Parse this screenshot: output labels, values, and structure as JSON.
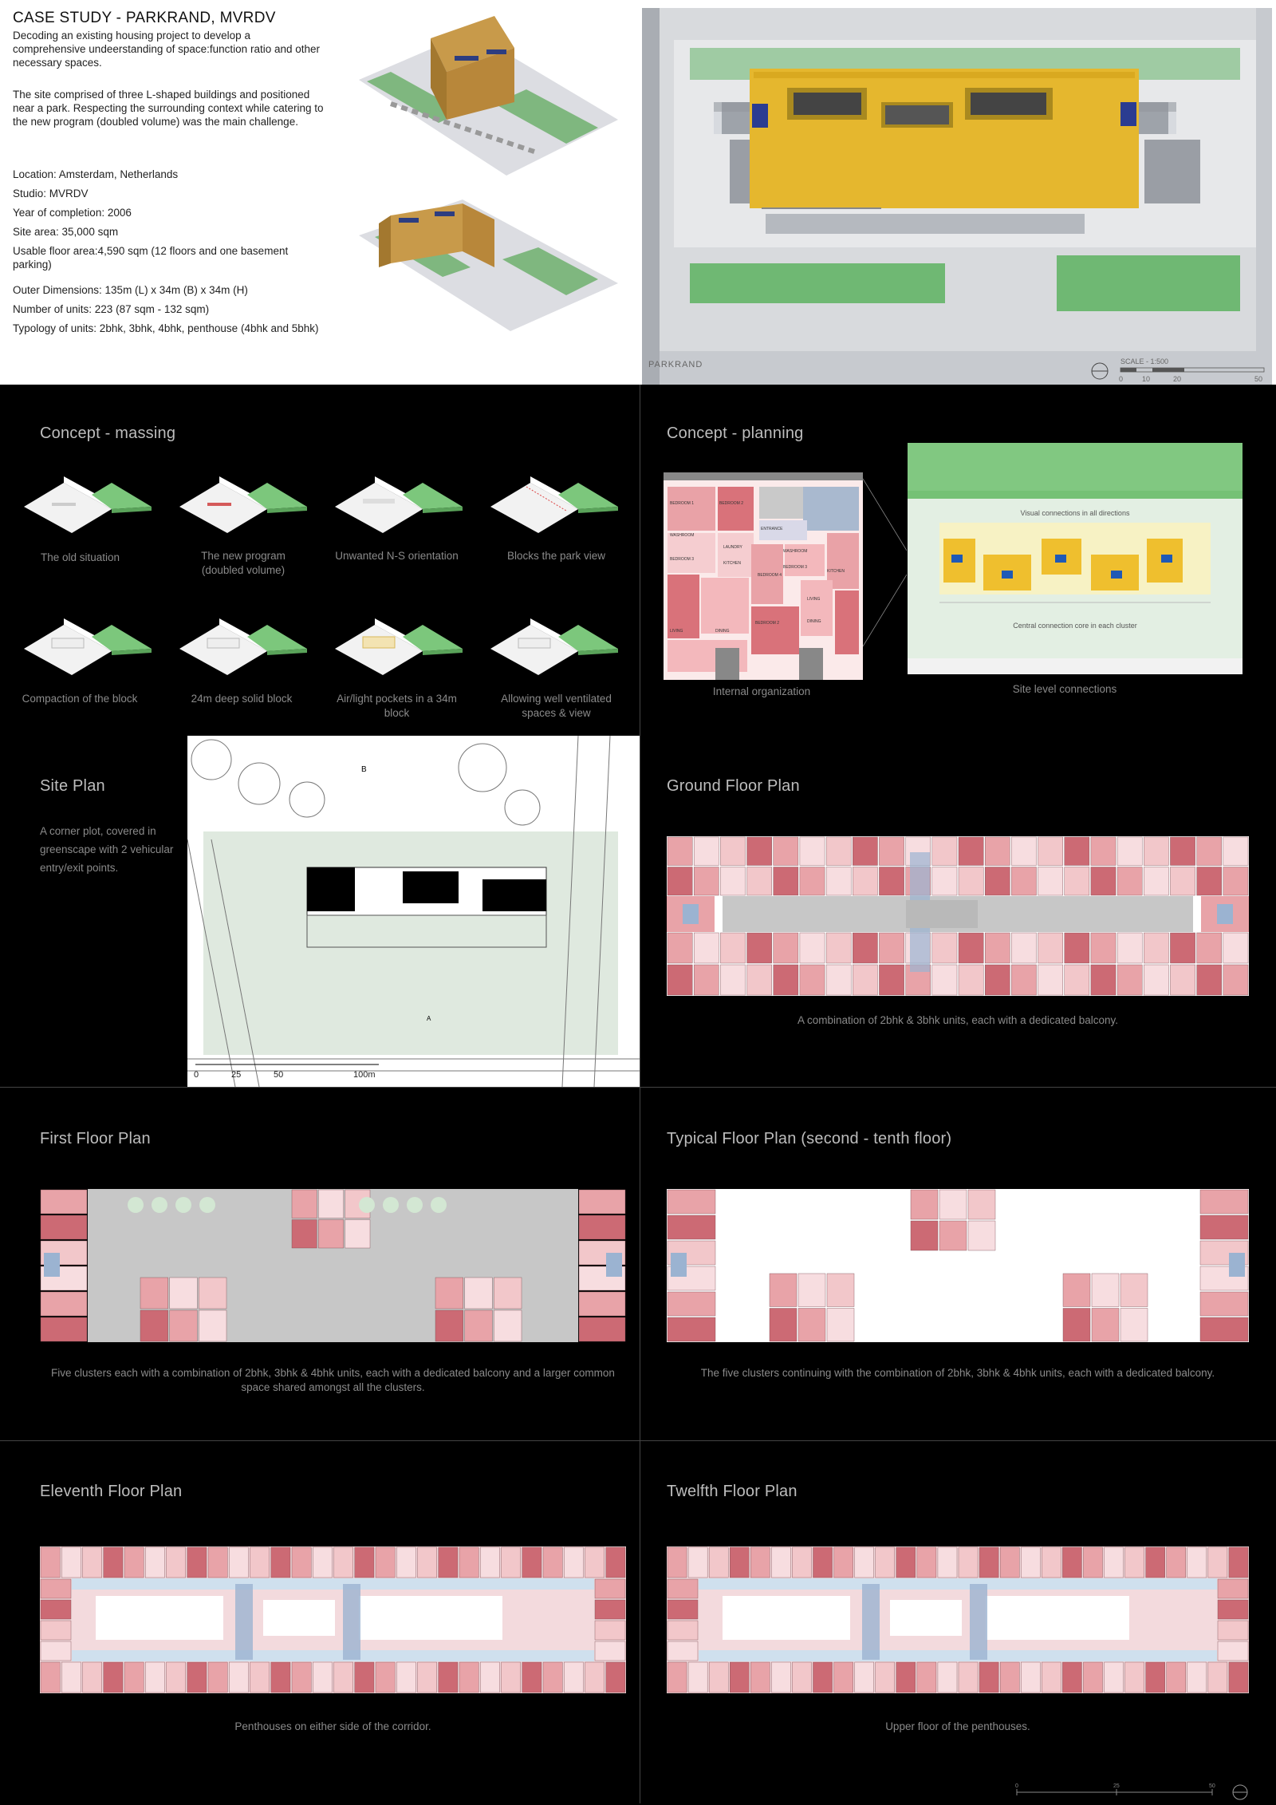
{
  "header": {
    "title": "CASE STUDY - PARKRAND, MVRDV",
    "intro_1": "Decoding an existing housing project to develop a comprehensive undeerstanding of space:function ratio and other necessary spaces.",
    "intro_2": "The site comprised of three L-shaped buildings and positioned near a park. Respecting the surrounding context while catering to the new program (doubled volume) was the main challenge.",
    "facts": [
      "Location: Amsterdam, Netherlands",
      "Studio: MVRDV",
      "Year of completion: 2006",
      "Site area: 35,000 sqm",
      "Usable floor area:4,590 sqm (12 floors and one basement parking)",
      "Outer Dimensions: 135m (L) x 34m (B) x 34m (H)",
      "Number of units: 223 (87 sqm - 132 sqm)",
      "Typology of units: 2bhk, 3bhk, 4bhk, penthouse (4bhk and 5bhk)"
    ],
    "photo_label": "PARKRAND",
    "scale_label": "SCALE - 1:500",
    "scale_ticks": [
      "0",
      "10",
      "20",
      "50"
    ]
  },
  "massing": {
    "title": "Concept - massing",
    "items": [
      "The old situation",
      "The new program (doubled volume)",
      "Unwanted N-S orientation",
      "Blocks the park view",
      "Compaction of the block",
      "24m deep solid block",
      "Air/light pockets in a 34m block",
      "Allowing well ventilated spaces & view"
    ]
  },
  "planning": {
    "title": "Concept - planning",
    "internal_caption": "Internal organization",
    "site_caption": "Site level connections",
    "visual_note": "Visual connections in all directions",
    "core_note": "Central connection core in each cluster",
    "room_labels": [
      "BEDROOM 1",
      "BEDROOM 2",
      "WASHROOM",
      "ENTRANCE",
      "BEDROOM 3",
      "LAUNDRY",
      "KITCHEN",
      "WASHROOM",
      "BEDROOM 4",
      "LIVING",
      "DINING",
      "BEDROOM 2",
      "LIVING",
      "DINING",
      "KITCHEN",
      "BEDROOM 3"
    ]
  },
  "site": {
    "title": "Site Plan",
    "description": "A corner plot, covered in greenscape with 2 vehicular entry/exit points.",
    "labels": {
      "b": "B",
      "a": "A"
    },
    "scale": [
      "0",
      "25",
      "50",
      "100m"
    ]
  },
  "ground": {
    "title": "Ground Floor Plan",
    "caption": "A combination of 2bhk & 3bhk units, each with a dedicated balcony."
  },
  "first": {
    "title": "First Floor Plan",
    "caption": "Five clusters each with a combination of 2bhk, 3bhk & 4bhk units, each with a dedicated balcony and a larger common space shared amongst all the clusters."
  },
  "typical": {
    "title": "Typical Floor Plan (second - tenth floor)",
    "caption": "The five clusters continuing with the combination of 2bhk, 3bhk & 4bhk units, each with a dedicated balcony."
  },
  "eleventh": {
    "title": "Eleventh Floor Plan",
    "caption": "Penthouses on either side of the corridor."
  },
  "twelfth": {
    "title": "Twelfth Floor Plan",
    "caption": "Upper floor of the penthouses."
  },
  "footer": {
    "scale_ticks": [
      "0",
      "25",
      "50"
    ]
  },
  "colors": {
    "unit_pink": "#e8a3a8",
    "unit_dark": "#cc6a74",
    "corridor": "#c7c7c7",
    "core_blue": "#9bb3d1",
    "green": "#6db56d",
    "gold": "#e6b830"
  }
}
